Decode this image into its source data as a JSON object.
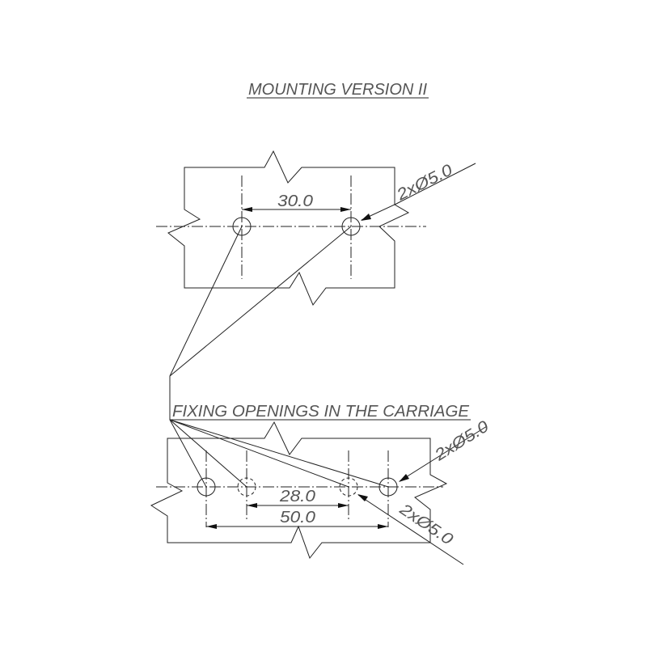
{
  "title": "MOUNTING VERSION II",
  "top_view": {
    "dimension": "30.0",
    "hole_callout": "2xØ5.0"
  },
  "bottom_view": {
    "label": "FIXING OPENINGS IN THE CARRIAGE",
    "dimension_inner": "28.0",
    "dimension_outer": "50.0",
    "hole_callout_solid": "2xØ5.0",
    "hole_callout_dashed": "2xØ5.0"
  }
}
